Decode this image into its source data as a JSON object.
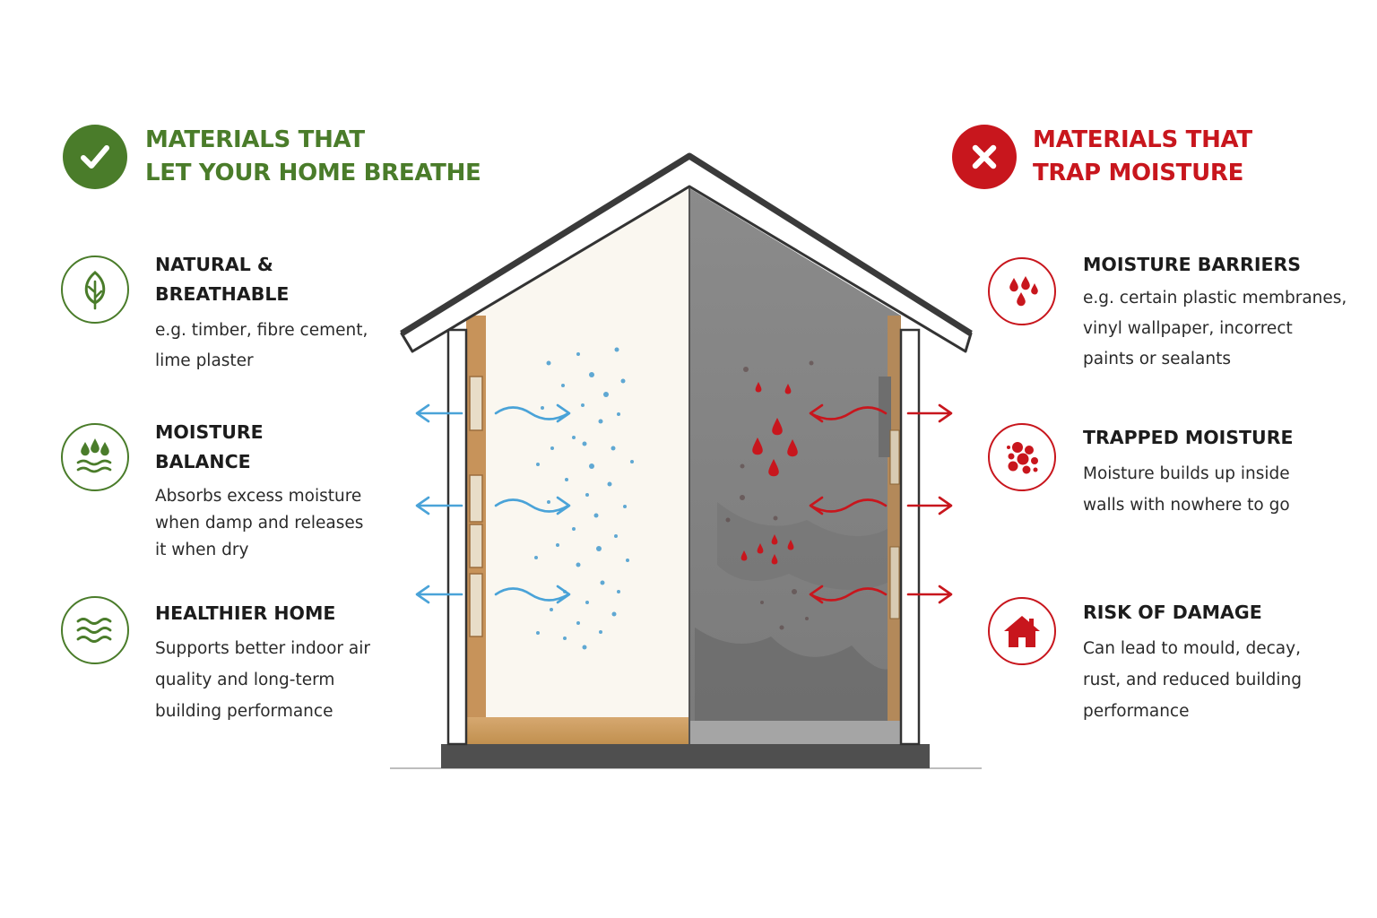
{
  "colors": {
    "good": "#4a7c2a",
    "bad": "#c8161d",
    "good_arrow": "#4aa3d8",
    "bad_arrow": "#c8161d"
  },
  "left_panel": {
    "badge_icon": "check-icon",
    "title_line1": "MATERIALS THAT",
    "title_line2": "LET YOUR HOME BREATHE",
    "items": [
      {
        "icon": "leaf-icon",
        "title": "NATURAL &\nBREATHABLE",
        "body": "e.g. timber, fibre cement,\nlime plaster"
      },
      {
        "icon": "water-drops-waves-icon",
        "title": "MOISTURE\nBALANCE",
        "body": "Absorbs excess moisture\nwhen damp and releases\nit when dry"
      },
      {
        "icon": "air-waves-icon",
        "title": "HEALTHIER HOME",
        "body": "Supports better indoor air\nquality and long-term\nbuilding performance"
      }
    ]
  },
  "right_panel": {
    "badge_icon": "cross-icon",
    "title_line1": "MATERIALS THAT",
    "title_line2": "TRAP MOISTURE",
    "items": [
      {
        "icon": "red-drops-icon",
        "title": "MOISTURE BARRIERS",
        "body": "e.g. certain plastic membranes,\nvinyl wallpaper, incorrect\npaints or sealants"
      },
      {
        "icon": "mould-spots-icon",
        "title": "TRAPPED MOISTURE",
        "body": "Moisture builds up inside\nwalls with nowhere to go"
      },
      {
        "icon": "house-damage-icon",
        "title": "RISK OF DAMAGE",
        "body": "Can lead to mould, decay,\nrust, and reduced building\nperformance"
      }
    ]
  }
}
